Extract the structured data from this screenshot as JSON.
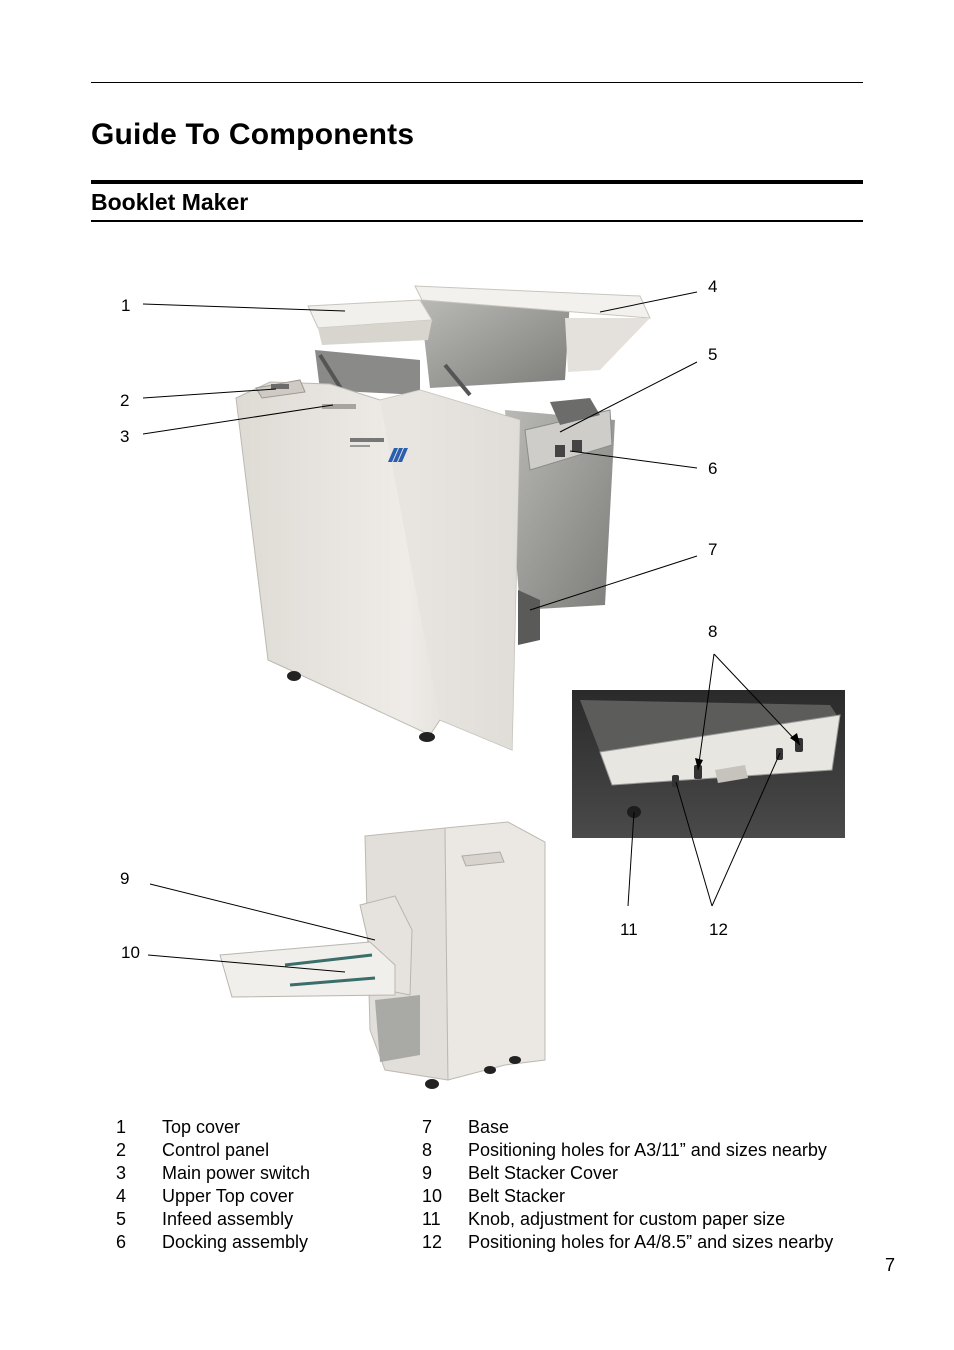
{
  "title": "Guide To Components",
  "section": "Booklet Maker",
  "callouts": [
    "1",
    "2",
    "3",
    "4",
    "5",
    "6",
    "7",
    "8",
    "9",
    "10",
    "11",
    "12"
  ],
  "legend_left": [
    {
      "num": "1",
      "label": "Top cover"
    },
    {
      "num": "2",
      "label": "Control panel"
    },
    {
      "num": "3",
      "label": "Main power switch"
    },
    {
      "num": "4",
      "label": "Upper Top cover"
    },
    {
      "num": "5",
      "label": "Infeed assembly"
    },
    {
      "num": "6",
      "label": "Docking assembly"
    }
  ],
  "legend_right": [
    {
      "num": "7",
      "label": "Base"
    },
    {
      "num": "8",
      "label": "Positioning holes for A3/11” and sizes nearby"
    },
    {
      "num": "9",
      "label": "Belt Stacker Cover"
    },
    {
      "num": "10",
      "label": "Belt Stacker"
    },
    {
      "num": "11",
      "label": "Knob, adjustment for custom paper size"
    },
    {
      "num": "12",
      "label": "Positioning holes for A4/8.5” and sizes nearby"
    }
  ],
  "page_number": "7",
  "colors": {
    "machine_body": "#e9e6e1",
    "machine_shadow": "#c9c5be",
    "metal": "#9a9a98",
    "dark": "#3a3a3a",
    "accent_blue": "#2a5fb0"
  }
}
